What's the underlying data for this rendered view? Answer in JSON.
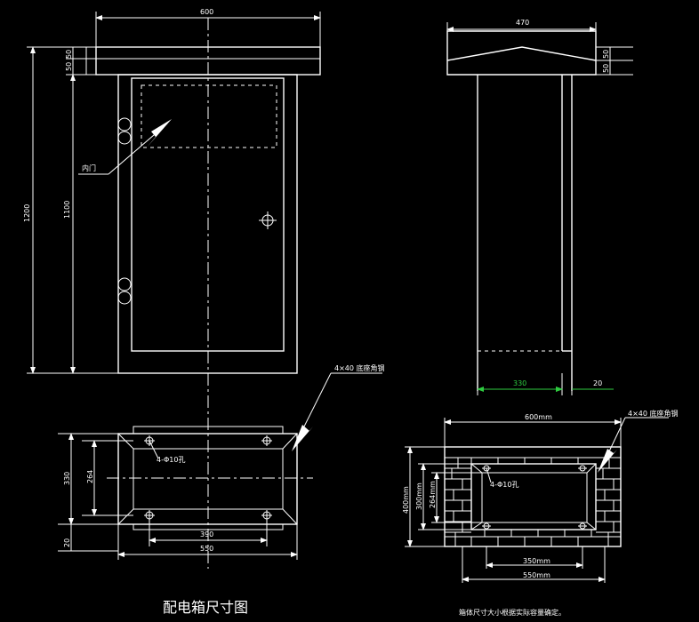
{
  "drawing": {
    "title": "配电箱尺寸图",
    "note": "箱体尺寸大小根据实际容量确定。",
    "front_view": {
      "width_dim": "600",
      "total_height_dim": "1200",
      "box_height_dim": "1100",
      "roof_dims": [
        "50",
        "50"
      ],
      "inner_door_label": "内门"
    },
    "side_view": {
      "width_dim": "470",
      "roof_dims": [
        "50",
        "50"
      ],
      "depth_dim": "330",
      "gap_dim": "20"
    },
    "base_plan": {
      "angle_steel_label": "4×40 底座角钢",
      "holes_label": "4-Φ10孔",
      "height_outer": "330",
      "height_inner": "264",
      "bottom_dim": "20",
      "width_inner": "390",
      "width_outer": "550"
    },
    "brick_foundation": {
      "top_dim": "600mm",
      "angle_steel_label": "4×40 底座角钢",
      "holes_label": "4-Φ10孔",
      "left_dims": [
        "400mm",
        "300mm",
        "264mm"
      ],
      "width_inner": "350mm",
      "width_outer": "550mm"
    }
  }
}
